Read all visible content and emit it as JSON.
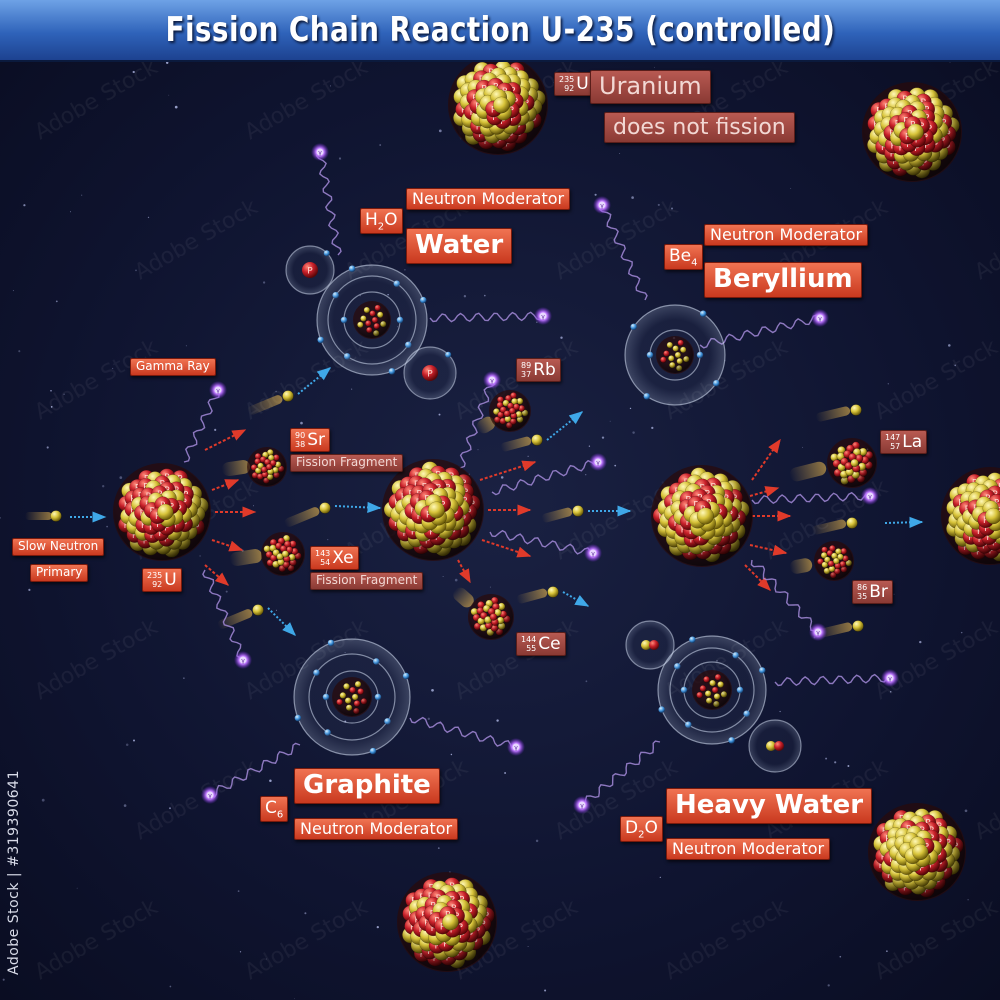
{
  "title": "Fission Chain Reaction U-235 (controlled)",
  "side_credit": "Adobe Stock | #319390641",
  "labels": {
    "slow_neutron": "Slow Neutron",
    "primary": "Primary",
    "gamma_ray": "Gamma Ray",
    "fission_fragment": "Fission Fragment",
    "neutron_moderator": "Neutron Moderator",
    "water": "Water",
    "beryllium": "Beryllium",
    "graphite": "Graphite",
    "heavy_water": "Heavy Water",
    "uranium": "Uranium",
    "does_not_fission": "does not fission",
    "proton_letter": "P",
    "gamma_letter": "γ"
  },
  "symbols": {
    "u235": {
      "mass": "235",
      "number": "92",
      "el": "U"
    },
    "sr90": {
      "mass": "90",
      "number": "38",
      "el": "Sr"
    },
    "xe143": {
      "mass": "143",
      "number": "54",
      "el": "Xe"
    },
    "rb89": {
      "mass": "89",
      "number": "37",
      "el": "Rb"
    },
    "ce144": {
      "mass": "144",
      "number": "55",
      "el": "Ce"
    },
    "la147": {
      "mass": "147",
      "number": "57",
      "el": "La"
    },
    "br86": {
      "mass": "86",
      "number": "35",
      "el": "Br"
    },
    "h2o": {
      "el": "H",
      "sub": "2",
      "el2": "O"
    },
    "be4": {
      "el": "Be",
      "sub": "4"
    },
    "c6": {
      "el": "C",
      "sub": "6"
    },
    "d2o": {
      "el": "D",
      "sub": "2",
      "el2": "O"
    }
  },
  "colors": {
    "proton": "#c8202a",
    "neutron": "#d8c43a",
    "neutron_arrow": "#3fa8e8",
    "heat_arrow": "#e03a2a",
    "gamma": "#b060ff",
    "label": "#d9492c",
    "label_dark": "#9a4640",
    "title_bar": "#3b70c4"
  }
}
